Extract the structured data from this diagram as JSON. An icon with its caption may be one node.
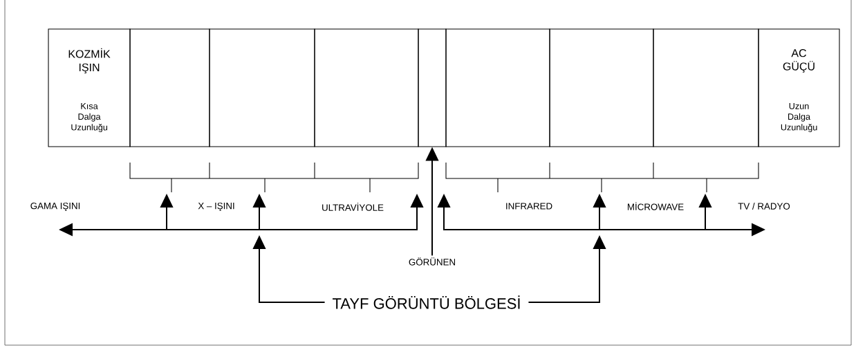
{
  "diagram": {
    "nodes": [
      {
        "text": [
          "KOZMİK IŞIN",
          "Kısa Dalga Uzunluğu"
        ]
      },
      {
        "text": [],
        "shape": "box"
      },
      {
        "text": [],
        "shape": "box"
      },
      {
        "text": [],
        "shape": "box"
      },
      {
        "text": [],
        "shape": "box"
      },
      {
        "text": [],
        "shape": "box"
      },
      {
        "text": [],
        "shape": "box"
      },
      {
        "text": [],
        "shape": "box"
      },
      {
        "text": [
          "AC GÜÇÜ",
          "Uzun Dalga Uzunluğu"
        ]
      },
      {
        "text": [
          "GAMA IŞINI"
        ]
      },
      {
        "text": [
          "X – IŞINI"
        ]
      },
      {
        "text": [
          "ULTRAVİYOLE"
        ]
      },
      {
        "text": [
          "INFRARED"
        ]
      },
      {
        "text": [
          "MİCROWAVE"
        ]
      },
      {
        "text": [
          "TV / RADYO"
        ]
      },
      {
        "text": [
          "GÖRÜNEN"
        ]
      },
      {
        "text": [
          "TAYF GÖRÜNTÜ BÖLGESİ"
        ]
      }
    ],
    "edges": [
      {
        "from": 15,
        "to": 4,
        "arrow": "to"
      },
      {
        "from": 16,
        "to": null,
        "arrow": "to"
      },
      {
        "from": 16,
        "to": null,
        "arrow": "to"
      }
    ]
  }
}
